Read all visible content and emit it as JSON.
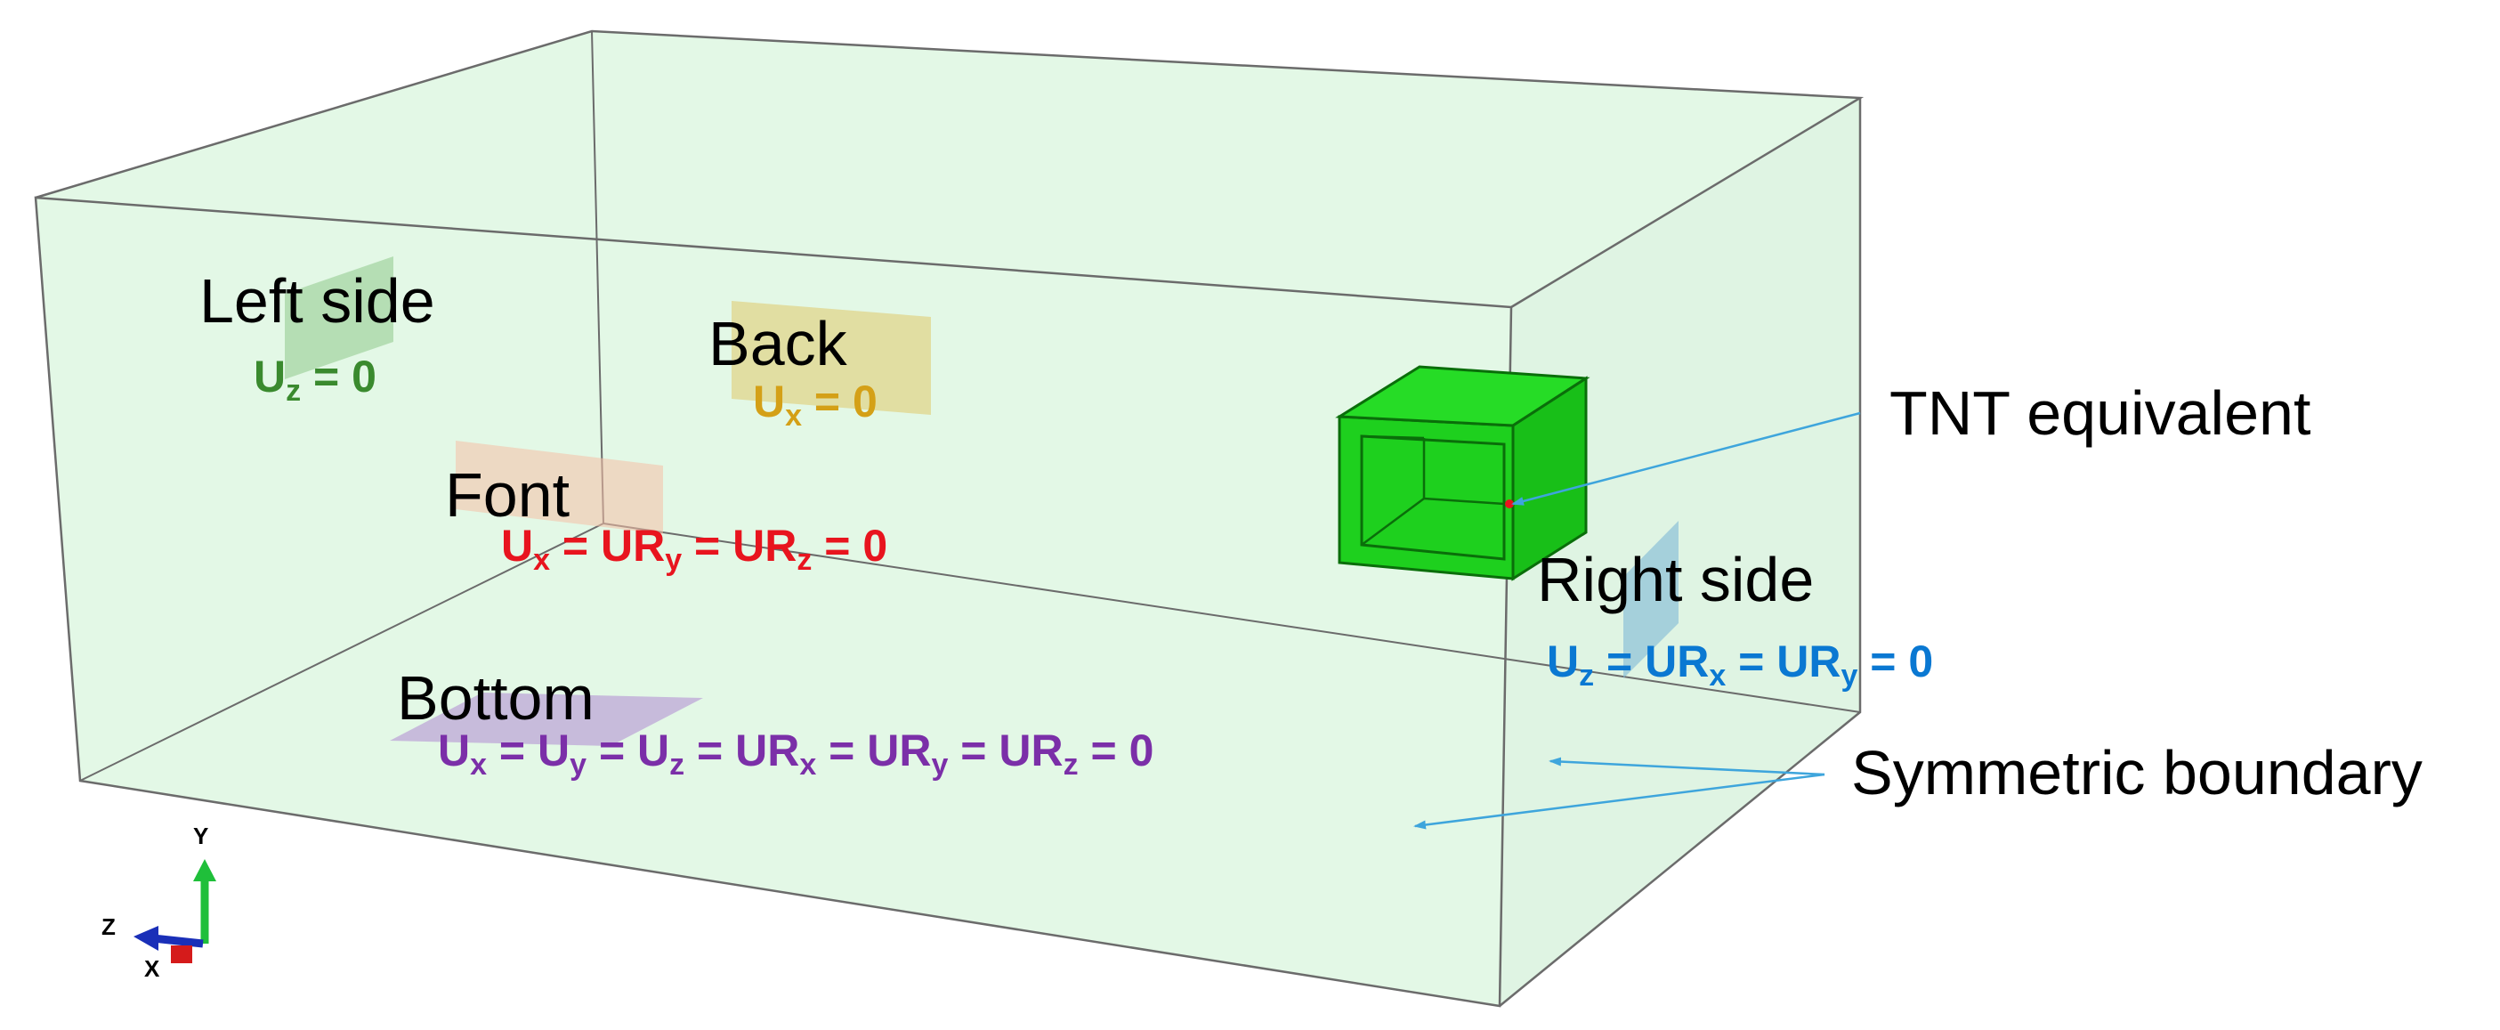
{
  "faces": {
    "left_side": {
      "label": "Left side",
      "bc_var": "U",
      "bc_sub": "z",
      "bc_rest": " = 0",
      "color": "#3a8a2e"
    },
    "back": {
      "label": "Back",
      "bc_var": "U",
      "bc_sub": "x",
      "bc_rest": " = 0",
      "color": "#d4a017"
    },
    "font": {
      "label": "Font",
      "color": "#e8141e",
      "bc_parts": [
        [
          "U",
          "x"
        ],
        [
          " = UR",
          "y"
        ],
        [
          " = UR",
          "z"
        ],
        [
          " = 0",
          ""
        ]
      ]
    },
    "right_side": {
      "label": "Right side",
      "color": "#0a78d2",
      "bc_parts": [
        [
          "U",
          "z"
        ],
        [
          " = UR",
          "x"
        ],
        [
          " = UR",
          "y"
        ],
        [
          " = 0",
          ""
        ]
      ]
    },
    "bottom": {
      "label": "Bottom",
      "color": "#7b2fa8",
      "bc_parts": [
        [
          "U",
          "x"
        ],
        [
          " = U",
          "y"
        ],
        [
          " = U",
          "z"
        ],
        [
          " = UR",
          "x"
        ],
        [
          " = UR",
          "y"
        ],
        [
          " = UR",
          "z"
        ],
        [
          " = 0",
          ""
        ]
      ]
    }
  },
  "callouts": {
    "tnt": "TNT equivalent",
    "symmetric": "Symmetric boundary"
  },
  "triad": {
    "y": "Y",
    "z": "Z",
    "x": "X"
  },
  "colors": {
    "domain_fill": "#e3f8e6",
    "edge": "#6b6b6b",
    "tnt_green": "#1ed01e",
    "arrow": "#3ea5dc"
  }
}
